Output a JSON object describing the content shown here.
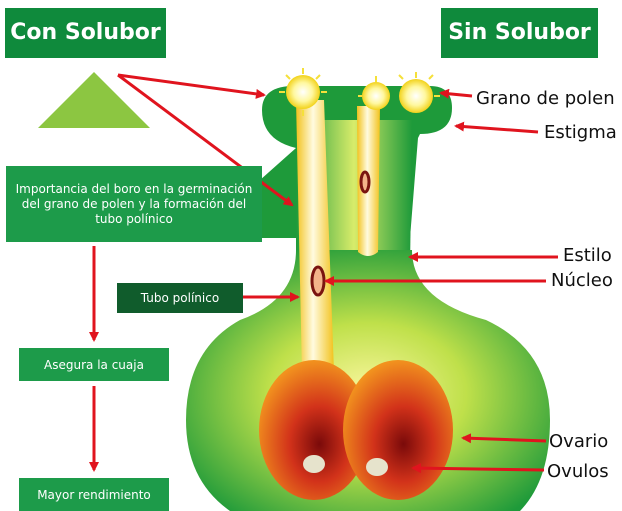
{
  "header": {
    "con_solubor": "Con Solubor",
    "sin_solubor": "Sin Solubor"
  },
  "flow": {
    "importancia": "Importancia del boro en la germinación del grano de polen y la formación del tubo polínico",
    "tubo_polinico": "Tubo polínico",
    "asegura_cuaja": "Asegura la cuaja",
    "mayor_rendimiento": "Mayor rendimiento"
  },
  "labels": {
    "grano_de_polen": "Grano de polen",
    "estigma": "Estigma",
    "estilo": "Estilo",
    "nucleo": "Núcleo",
    "ovario": "Ovario",
    "ovulos": "Ovulos"
  },
  "colors": {
    "badge_green": "#0f8a3c",
    "box_green": "#1d9b4a",
    "dark_box_green": "#105c2c",
    "arrow_red": "#e0141e",
    "triangle_green": "#8cc641",
    "pistil_green": "#1e9a3a"
  }
}
